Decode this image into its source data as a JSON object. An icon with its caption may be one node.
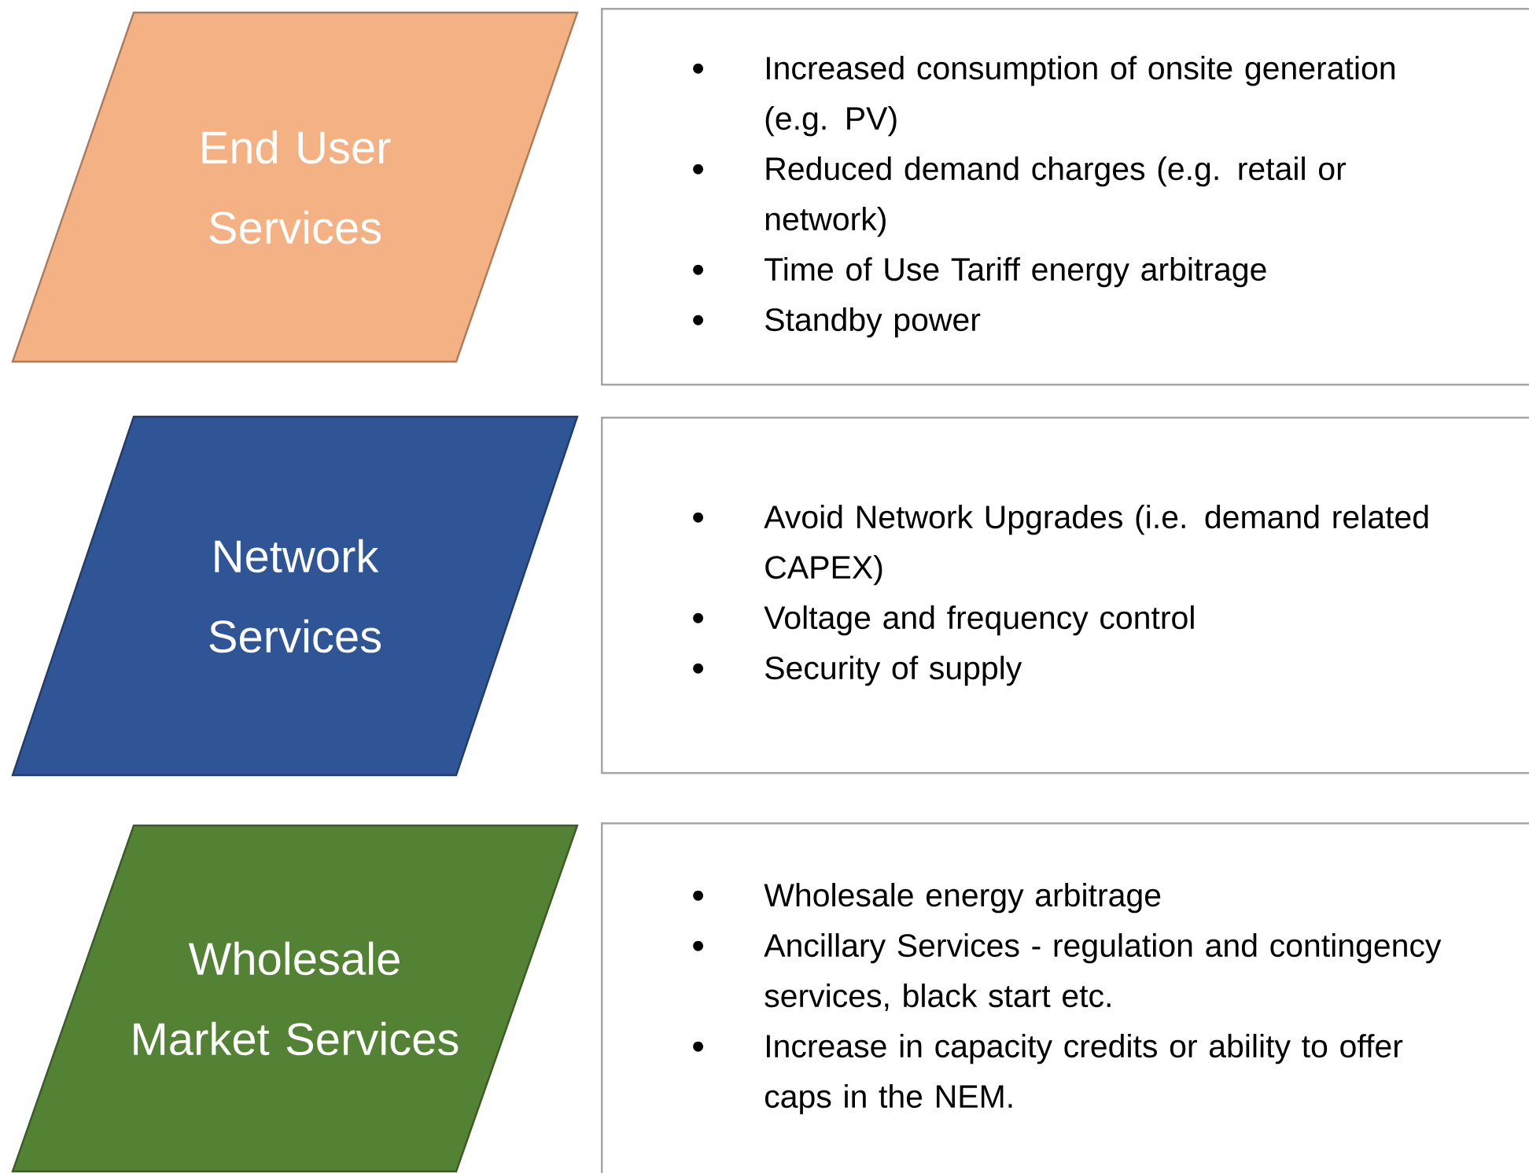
{
  "diagram": {
    "nodes": [
      {
        "text": [
          "End User Services"
        ]
      },
      {
        "text": [
          "Increased consumption of onsite generation (e.g. PV)",
          "Reduced demand charges (e.g. retail or network)",
          "Time of Use Tariff energy arbitrage",
          "Standby power"
        ]
      },
      {
        "text": [
          "Network Services"
        ]
      },
      {
        "text": [
          "Avoid Network Upgrades (i.e. demand related CAPEX)",
          "Voltage and frequency control",
          "Security of supply"
        ]
      },
      {
        "text": [
          "Wholesale Market Services"
        ]
      },
      {
        "text": [
          "Wholesale energy arbitrage",
          "Ancillary Services - regulation and contingency services, black start etc.",
          "Increase in capacity credits or ability to offer caps in the NEM."
        ]
      }
    ]
  }
}
